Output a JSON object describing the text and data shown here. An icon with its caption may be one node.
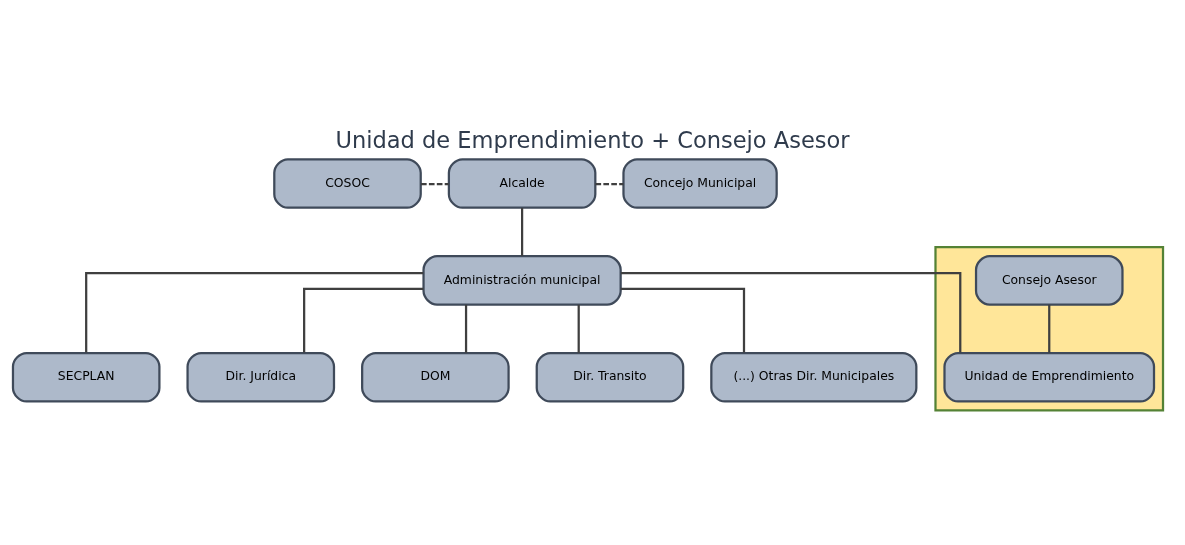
{
  "diagram": {
    "title": "Unidad de Emprendimiento + Consejo Asesor",
    "nodes": [
      {
        "text": [
          "COSOC"
        ]
      },
      {
        "text": [
          "Alcalde"
        ]
      },
      {
        "text": [
          "Concejo Municipal"
        ]
      },
      {
        "text": [
          "Administración municipal"
        ]
      },
      {
        "text": [],
        "shape": "box"
      },
      {
        "text": [
          "Consejo Asesor"
        ],
        "in": 4
      },
      {
        "text": [
          "SECPLAN"
        ]
      },
      {
        "text": [
          "Dir. Jurídica"
        ]
      },
      {
        "text": [
          "DOM"
        ]
      },
      {
        "text": [
          "Dir. Transito"
        ]
      },
      {
        "text": [
          "Unidad de Emprendimiento"
        ],
        "in": 4
      },
      {
        "text": [
          "(...) Otras Dir. Municipales"
        ]
      }
    ],
    "edges": [
      {
        "from": 1,
        "to": 0,
        "arrow": "none",
        "style": "dashed"
      },
      {
        "from": 1,
        "to": 2,
        "arrow": "none",
        "style": "dashed"
      },
      {
        "from": 1,
        "to": 3,
        "arrow": "none"
      },
      {
        "from": 3,
        "to": 6,
        "arrow": "none"
      },
      {
        "from": 3,
        "to": 7,
        "arrow": "none"
      },
      {
        "from": 3,
        "to": 8,
        "arrow": "none"
      },
      {
        "from": 3,
        "to": 9,
        "arrow": "none"
      },
      {
        "from": 3,
        "to": 10,
        "arrow": "none"
      },
      {
        "from": 3,
        "to": 11,
        "arrow": "none"
      },
      {
        "from": 5,
        "to": 10,
        "arrow": "none"
      }
    ]
  }
}
